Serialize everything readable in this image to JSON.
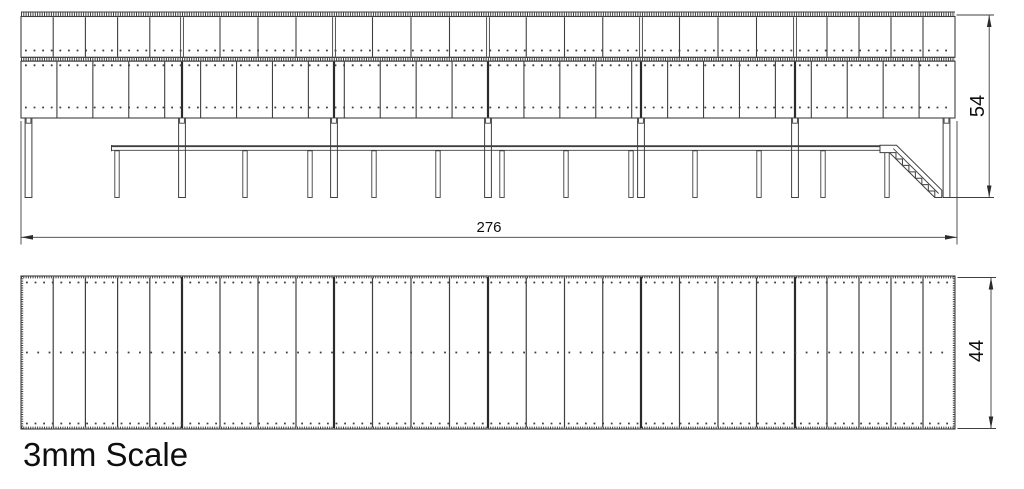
{
  "drawing": {
    "scale_label": "3mm Scale",
    "dimensions": {
      "length": "276",
      "canopy_height": "54",
      "roof_width": "44"
    },
    "side_elevation": {
      "section_bounds_x": [
        21,
        182,
        334,
        488,
        641,
        795,
        955
      ],
      "fascia_panels_per_section": [
        5,
        4,
        4,
        4,
        4,
        5
      ],
      "wall_panels": 26,
      "support_posts_x": [
        28.5,
        182,
        334,
        488,
        641,
        795,
        946.5
      ],
      "bench_legs_x": [
        117,
        245,
        310,
        374,
        438,
        502,
        566,
        631,
        695,
        759,
        823,
        887
      ],
      "stair_steps": 7
    },
    "plan_view": {
      "section_bounds_x": [
        21,
        182,
        334,
        488,
        641,
        795,
        955
      ],
      "panels_per_section": [
        5,
        4,
        4,
        4,
        4,
        5
      ]
    }
  },
  "colors": {
    "line": "#3f3f3f",
    "heavy_line": "#2b2b2b",
    "text": "#0e0e0e",
    "background": "#ffffff"
  }
}
